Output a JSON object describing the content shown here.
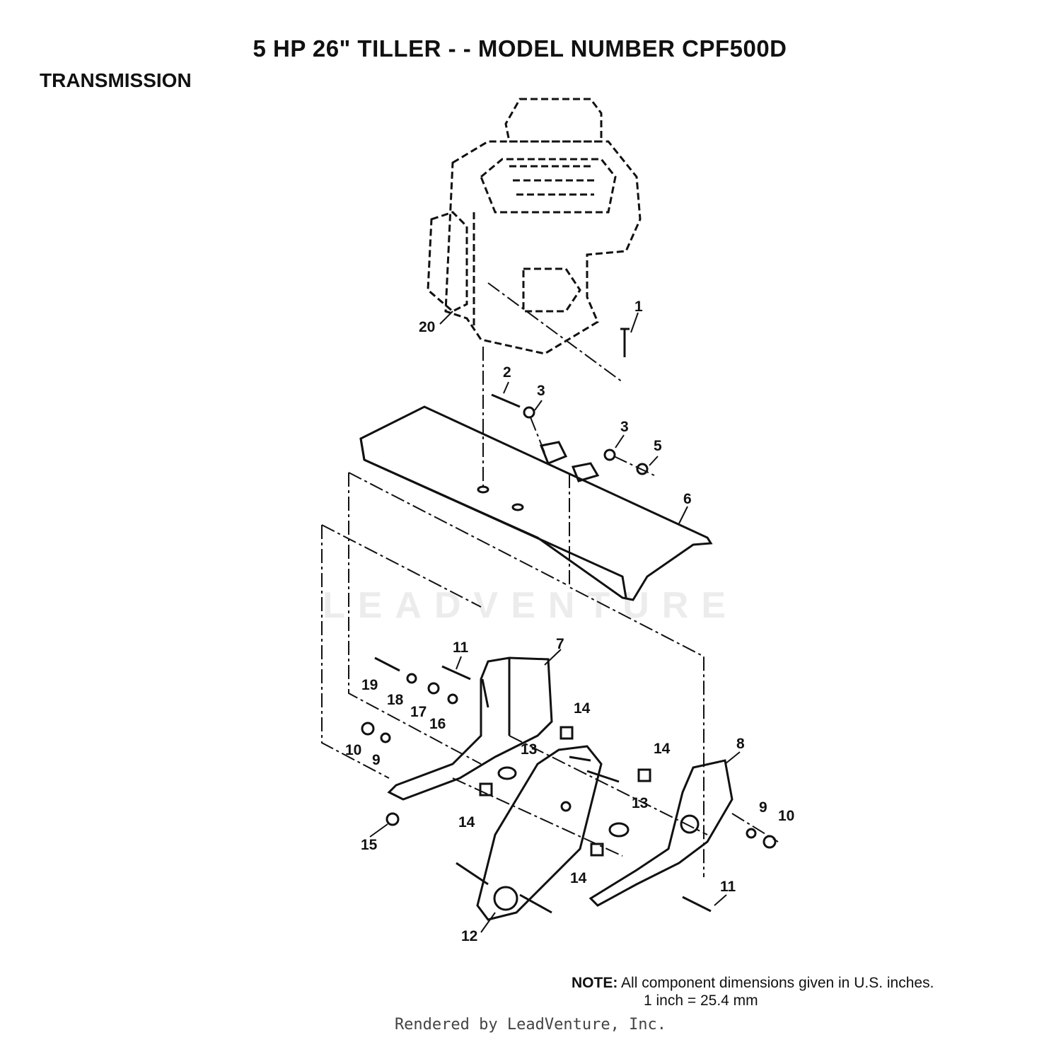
{
  "header": {
    "title": "5 HP 26\" TILLER - - MODEL NUMBER CPF500D",
    "section": "TRANSMISSION"
  },
  "watermark": "LEADVENTURE",
  "callouts": [
    "1",
    "2",
    "3",
    "3",
    "5",
    "6",
    "7",
    "8",
    "9",
    "9",
    "10",
    "10",
    "11",
    "11",
    "12",
    "13",
    "13",
    "14",
    "14",
    "14",
    "14",
    "15",
    "16",
    "17",
    "18",
    "19",
    "20"
  ],
  "note": {
    "label": "NOTE:",
    "text": "All component dimensions given in U.S. inches.",
    "conversion": "1 inch = 25.4 mm"
  },
  "footer": "Rendered by LeadVenture, Inc."
}
